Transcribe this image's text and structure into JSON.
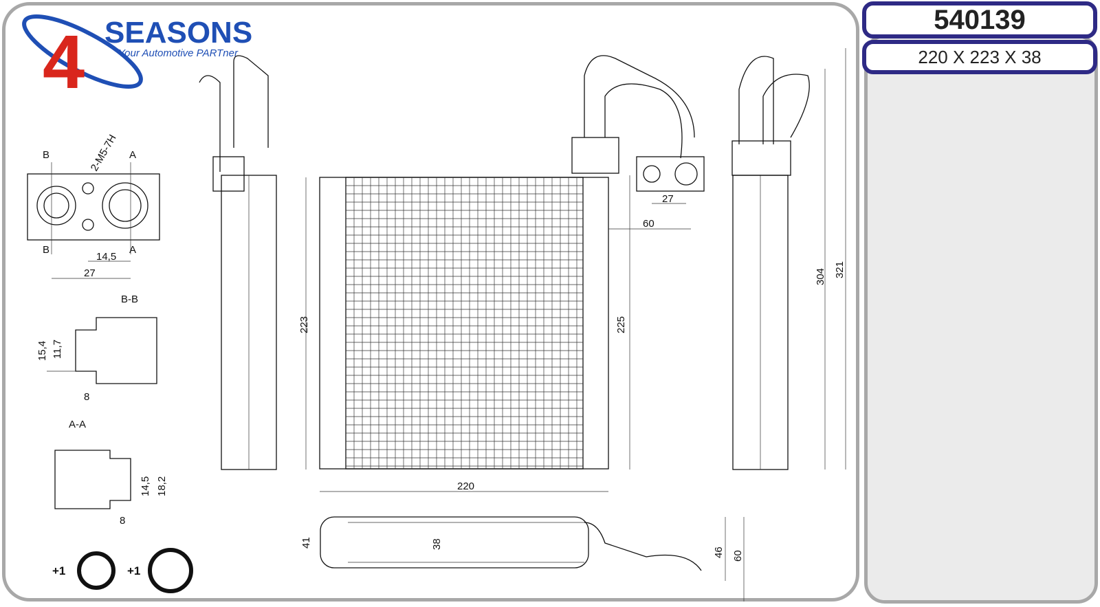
{
  "logo": {
    "brand": "SEASONS",
    "number": "4",
    "tagline": "Your Automotive PARTner"
  },
  "header": {
    "part_number": "540139",
    "dimensions": "220 X 223 X 38"
  },
  "drawing": {
    "flange": {
      "label_b_top": "B",
      "label_a_top": "A",
      "thread": "2-M5-7H",
      "label_b_bottom": "B",
      "label_a_bottom": "A",
      "dim_hole": "14,5",
      "dim_width": "27"
    },
    "section_bb": {
      "title": "B-B",
      "dim_outer": "15,4",
      "dim_inner": "11,7",
      "dim_depth": "8"
    },
    "section_aa": {
      "title": "A-A",
      "dim_inner": "14,5",
      "dim_outer": "18,2",
      "dim_depth": "8"
    },
    "orings": [
      {
        "qty": "+1"
      },
      {
        "qty": "+1"
      }
    ],
    "front": {
      "height_core": "223",
      "height_total": "225",
      "width": "220"
    },
    "pipe": {
      "dim_spacing": "27",
      "dim_offset": "60"
    },
    "side": {
      "height_304": "304",
      "height_321": "321"
    },
    "bottom": {
      "dim_41": "41",
      "dim_38": "38",
      "dim_46": "46",
      "dim_60": "60"
    }
  },
  "colors": {
    "frame": "#a8a8a8",
    "box_border": "#2e2a85",
    "logo_blue": "#1f4fb5",
    "logo_red": "#d9261c"
  }
}
